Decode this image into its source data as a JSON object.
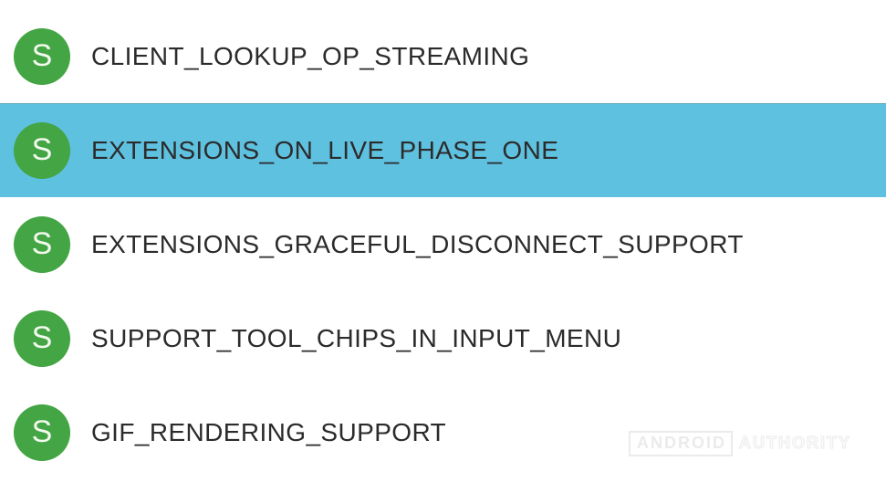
{
  "list": {
    "items": [
      {
        "badge": "S",
        "label": "CLIENT_LOOKUP_OP_STREAMING",
        "highlighted": false
      },
      {
        "badge": "S",
        "label": "EXTENSIONS_ON_LIVE_PHASE_ONE",
        "highlighted": true
      },
      {
        "badge": "S",
        "label": "EXTENSIONS_GRACEFUL_DISCONNECT_SUPPORT",
        "highlighted": false
      },
      {
        "badge": "S",
        "label": "SUPPORT_TOOL_CHIPS_IN_INPUT_MENU",
        "highlighted": false
      },
      {
        "badge": "S",
        "label": "GIF_RENDERING_SUPPORT",
        "highlighted": false
      }
    ]
  },
  "colors": {
    "badge_green": "#43a543",
    "highlight_blue": "#5fc1e0",
    "text": "#2b2b2b",
    "watermark_gray": "#ebebeb"
  },
  "watermark": {
    "part1": "ANDROID",
    "part2": "AUTHORITY"
  }
}
